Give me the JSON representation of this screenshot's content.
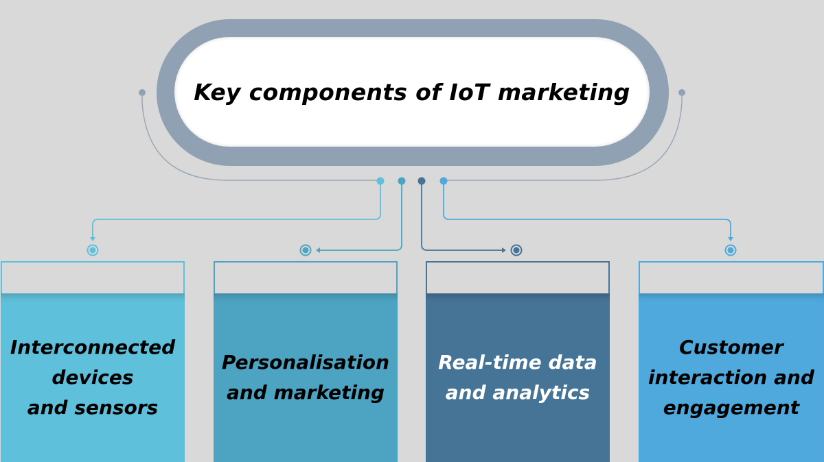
{
  "title": "Key components of IoT marketing",
  "colors": {
    "background": "#d9d9d9",
    "pill_ring": "#8fa1b3",
    "card1": "#5fc0db",
    "card2": "#4ca3c2",
    "card3": "#467496",
    "card4": "#50a9dd"
  },
  "components": [
    {
      "label": "Interconnected devices and sensors",
      "lines": [
        "Interconnected",
        "devices",
        "and sensors"
      ],
      "color": "#5fc0db"
    },
    {
      "label": "Personalisation and marketing",
      "lines": [
        "Personalisation",
        "and marketing"
      ],
      "color": "#4ca3c2"
    },
    {
      "label": "Real-time data and analytics",
      "lines": [
        "Real-time data",
        "and analytics"
      ],
      "color": "#467496"
    },
    {
      "label": "Customer interaction and engagement",
      "lines": [
        "Customer",
        "interaction and",
        "engagement"
      ],
      "color": "#50a9dd"
    }
  ]
}
